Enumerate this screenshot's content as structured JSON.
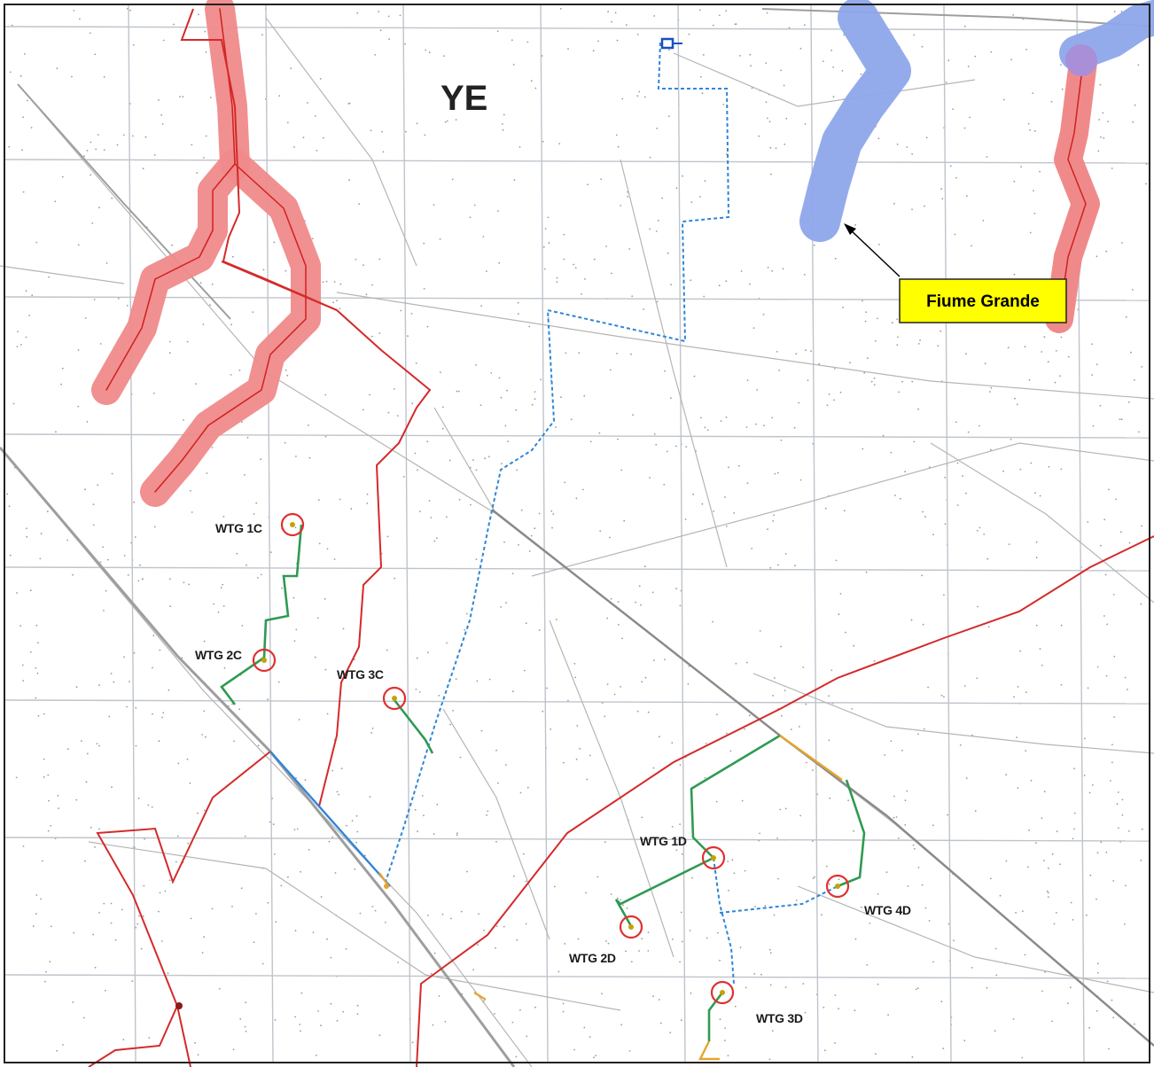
{
  "map": {
    "sheet_label": "YE",
    "callout_label": "Fiume Grande",
    "colors": {
      "background": "#ffffff",
      "grid": "#bfc4cc",
      "road": "#b8b8b8",
      "buffer_red": "#f08a8a",
      "buffer_red_line": "#d02020",
      "buffer_blue": "#8ea6ea",
      "boundary_red": "#d42a2a",
      "cable_blue": "#2f86d6",
      "cable_green": "#2f9a52",
      "cable_yellow": "#e6a52b",
      "turbine_ring": "#e03030",
      "callout_fill": "#ffff00"
    },
    "turbines": [
      {
        "label": "WTG 1C"
      },
      {
        "label": "WTG 2C"
      },
      {
        "label": "WTG 3C"
      },
      {
        "label": "WTG 1D"
      },
      {
        "label": "WTG 2D"
      },
      {
        "label": "WTG 3D"
      },
      {
        "label": "WTG 4D"
      }
    ]
  }
}
